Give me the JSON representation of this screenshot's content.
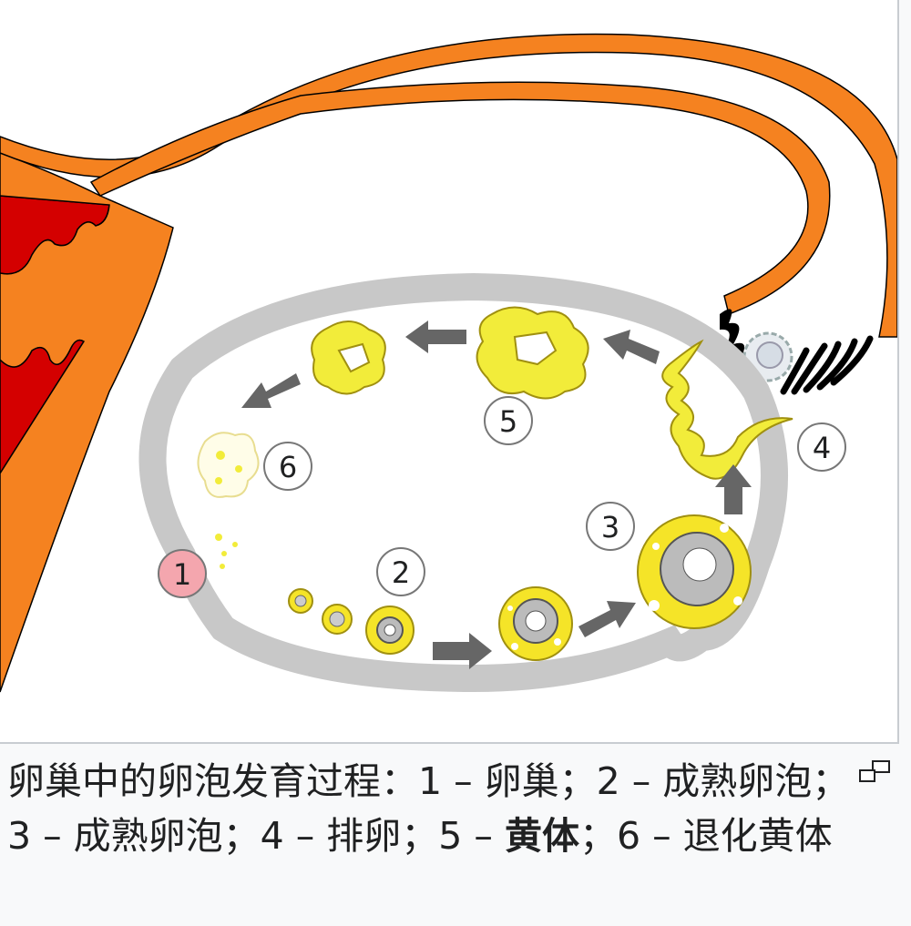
{
  "labels": {
    "n1": "1",
    "n2": "2",
    "n3": "3",
    "n4": "4",
    "n5": "5",
    "n6": "6"
  },
  "caption": {
    "part1": "卵巢中的卵泡发育过程：1 – 卵巢；2 – 成熟卵泡；3 – 成熟卵泡；4 – 排卵；5 – ",
    "bold": "黄体",
    "part2": "；6 – 退化黄体"
  },
  "icons": {
    "enlarge": "magnify-clip-icon"
  },
  "colors": {
    "tube": "#f58220",
    "uterine_lining": "#d40000",
    "ovary_rim": "#c8c8c8",
    "follicle": "#f5e428",
    "corpus_luteum": "#f2ec3a",
    "arrow": "#666666",
    "marker_ovary": "#f4a6ae"
  }
}
